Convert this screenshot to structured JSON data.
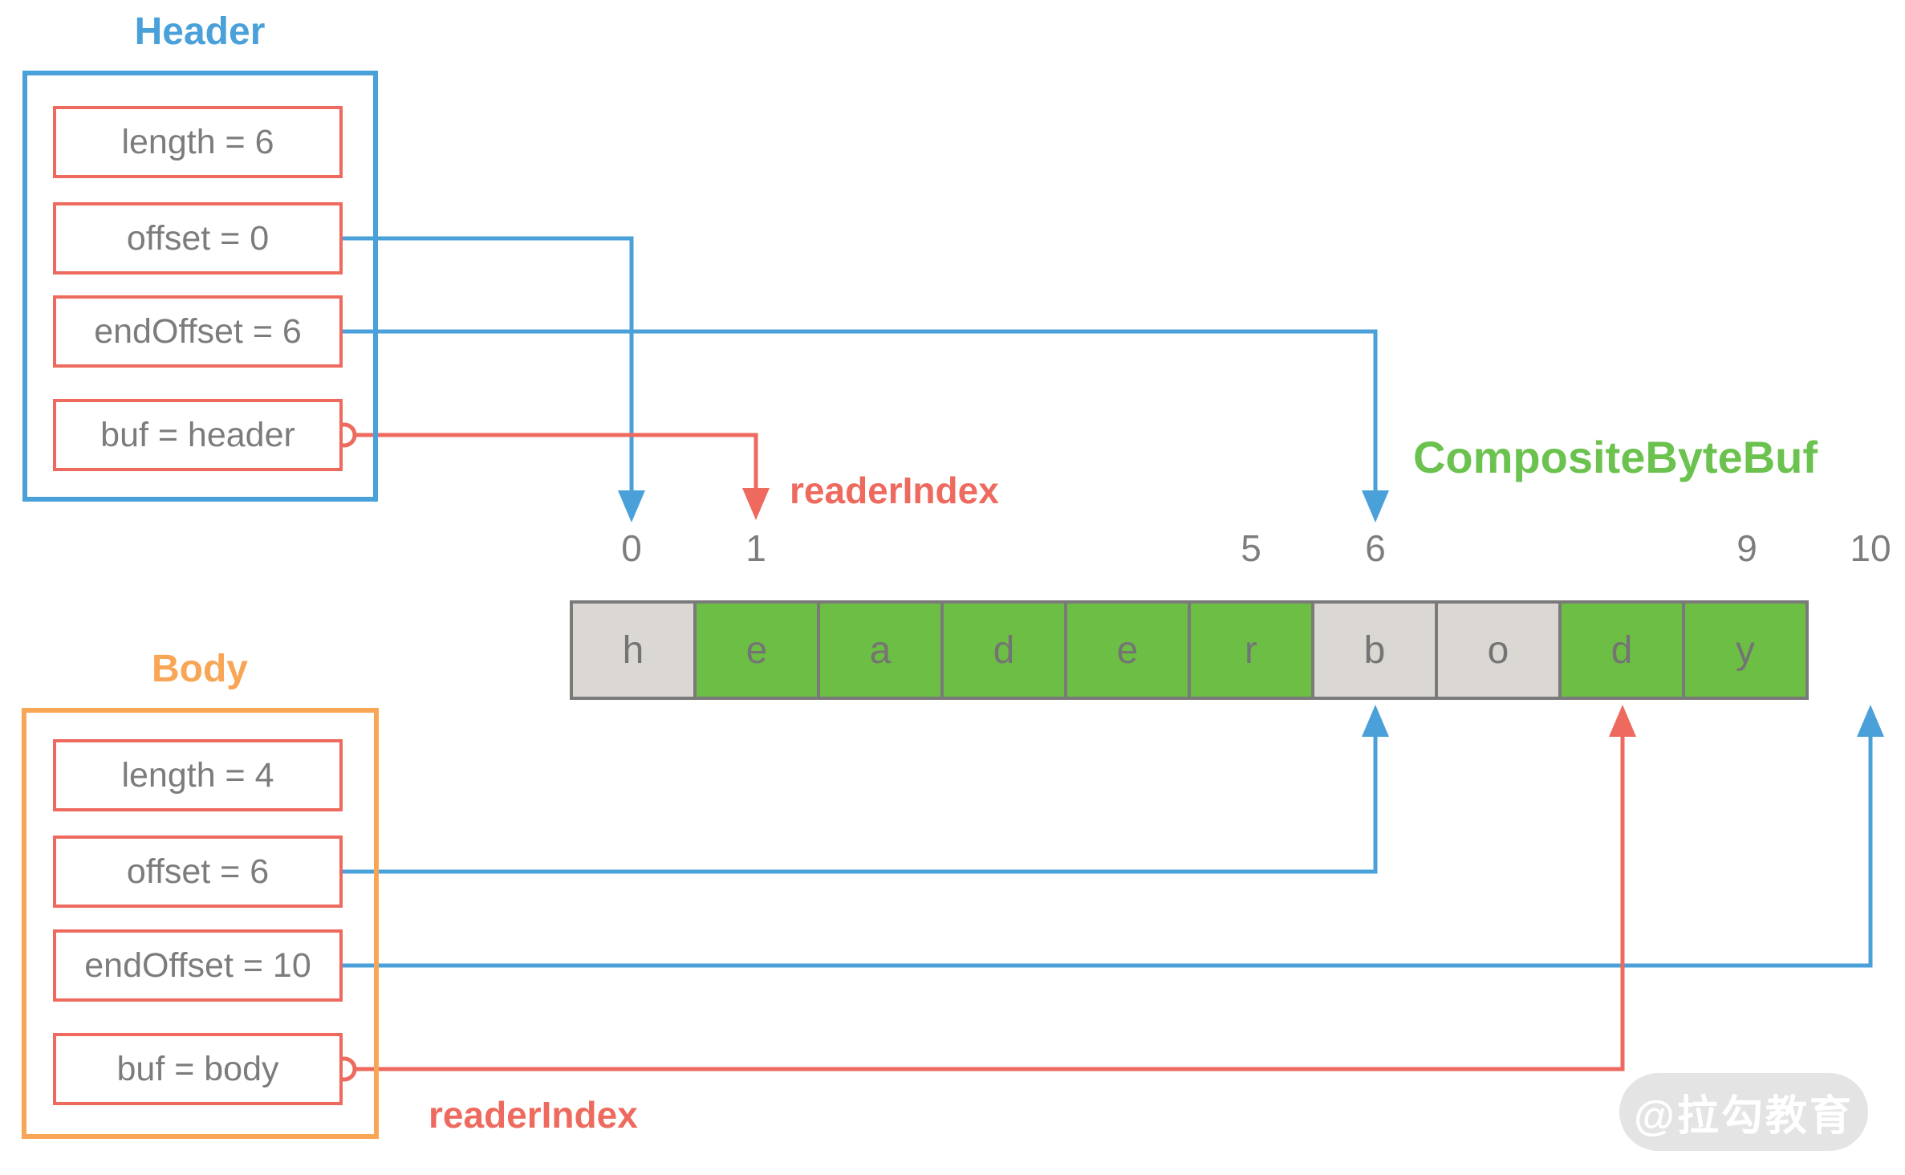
{
  "header_panel": {
    "title": "Header",
    "fields": [
      {
        "label": "length = 6"
      },
      {
        "label": "offset = 0"
      },
      {
        "label": "endOffset = 6"
      },
      {
        "label": "buf = header"
      }
    ]
  },
  "body_panel": {
    "title": "Body",
    "fields": [
      {
        "label": "length = 4"
      },
      {
        "label": "offset = 6"
      },
      {
        "label": "endOffset = 10"
      },
      {
        "label": "buf = body"
      }
    ]
  },
  "buffer": {
    "label": "CompositeByteBuf",
    "cells": [
      {
        "char": "h",
        "type": "gray"
      },
      {
        "char": "e",
        "type": "green"
      },
      {
        "char": "a",
        "type": "green"
      },
      {
        "char": "d",
        "type": "green"
      },
      {
        "char": "e",
        "type": "green"
      },
      {
        "char": "r",
        "type": "green"
      },
      {
        "char": "b",
        "type": "gray"
      },
      {
        "char": "o",
        "type": "gray"
      },
      {
        "char": "d",
        "type": "green"
      },
      {
        "char": "y",
        "type": "green"
      }
    ],
    "indices": [
      {
        "value": "0"
      },
      {
        "value": "1"
      },
      {
        "value": "5"
      },
      {
        "value": "6"
      },
      {
        "value": "9"
      },
      {
        "value": "10"
      }
    ]
  },
  "annotations": {
    "reader_index_top": "readerIndex",
    "reader_index_bottom": "readerIndex"
  },
  "watermark": {
    "text": "@拉勾教育"
  },
  "colors": {
    "blue": "#4AA1DA",
    "red": "#EE6A5E",
    "orange": "#F8A556",
    "green_cell": "#6CBE45",
    "green_label": "#6CC24E",
    "gray_cell": "#DBD7D2",
    "gray_text": "#7C7C7C",
    "cell_border": "#7A7A7A",
    "watermark_bg": "#E4E4E4",
    "watermark_text": "#FFFFFF"
  }
}
